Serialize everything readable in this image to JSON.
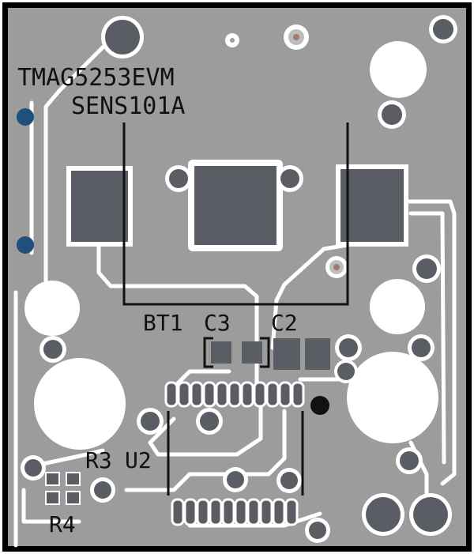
{
  "board": {
    "title": "TMAG5253EVM",
    "subtitle": "SENS101A"
  },
  "designators": {
    "bt1": "BT1",
    "c3": "C3",
    "c2": "C2",
    "r3": "R3",
    "u2": "U2",
    "r4": "R4"
  },
  "colors": {
    "board": "#9c9c9c",
    "outline": "#000000",
    "copper_pad": "#5a5d63",
    "clearance": "#ffffff",
    "silkscreen": "#111111",
    "via_blue": "#1f4f7a",
    "marker": "#111111"
  }
}
